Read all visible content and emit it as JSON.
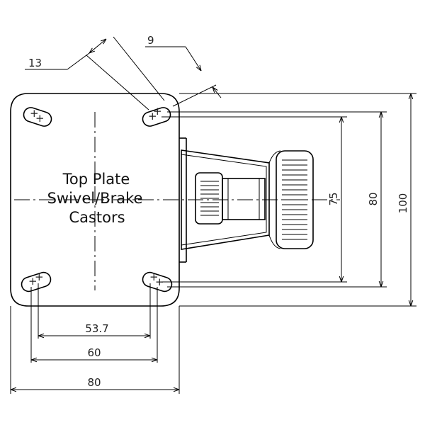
{
  "title_lines": [
    "Top Plate",
    "Swivel/Brake",
    "Castors"
  ],
  "dimensions": {
    "slot_width": "9",
    "slot_length": "13",
    "hole_span_inner": "53.7",
    "hole_span_outer": "60",
    "plate_width": "80",
    "vertical_inner": "75",
    "vertical_mid": "80",
    "vertical_outer": "100"
  }
}
